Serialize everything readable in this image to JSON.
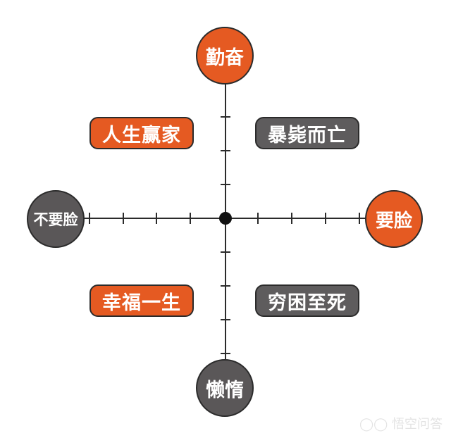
{
  "diagram": {
    "type": "quadrant",
    "axes": {
      "top": {
        "label": "勤奋",
        "color": "#e55a22"
      },
      "bottom": {
        "label": "懒惰",
        "color": "#5a5758"
      },
      "left": {
        "label": "不要脸",
        "color": "#5a5758"
      },
      "right": {
        "label": "要脸",
        "color": "#e55a22"
      }
    },
    "quadrants": {
      "top_left": {
        "label": "人生赢家",
        "color": "#e55a22"
      },
      "top_right": {
        "label": "暴毙而亡",
        "color": "#5e5c5d"
      },
      "bottom_left": {
        "label": "幸福一生",
        "color": "#e55a22"
      },
      "bottom_right": {
        "label": "穷困至死",
        "color": "#5e5c5d"
      }
    },
    "ticks_per_half_axis": 4
  },
  "watermark": {
    "icon": "chat-bubbles-icon",
    "text": "悟空问答"
  }
}
